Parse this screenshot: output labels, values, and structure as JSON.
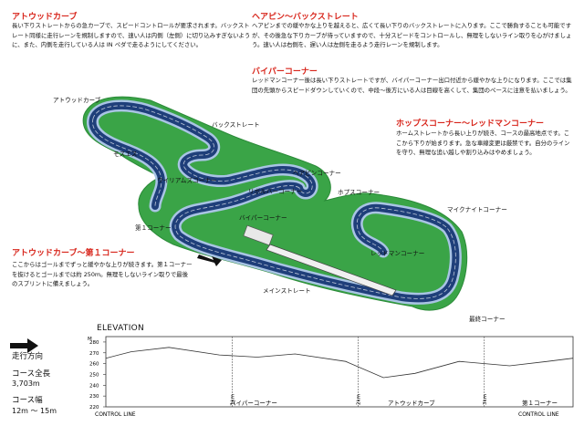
{
  "sections": {
    "outward_curve": {
      "title": "アトウッドカーブ",
      "body": "長い下りストレートからの急カーブで、スピードコントロールが要求されます。バックストレート同様に走行レーンを規制しますので、速い人は内側（左側）に切り込みすぎないように、また、内側を走行している人は IN ペダで走るようにしてください。"
    },
    "hairpin_back": {
      "title": "ヘアピン～バックストレート",
      "body": "ヘアピンまでの緩やかな上りを越えると、広くて長い下りのバックストレートに入ります。ここで勝負することも可能ですが、その後急な下りカーブが待っていますので、十分スピードをコントロールし、無理をしないライン取りを心がけましょう。速い人は右側を、遅い人は左側を走るよう走行レーンを規制します。"
    },
    "viper": {
      "title": "バイパーコーナー",
      "body": "レッドマンコーナー後は長い下りストレートですが、バイパーコーナー出口付近から緩やかな上りになります。ここでは集団の先頭からスピードダウンしていくので、中段～後方にいる人は目線を高くして、集団のペースに注意を払いましょう。"
    },
    "hop": {
      "title": "ホップスコーナー～レッドマンコーナー",
      "body": "ホームストレートから長い上りが続き、コースの最高地点です。ここから下りが始まります。急な車線変更は厳禁です。自分のラインを守り、無理な追い越しや割り込みはやめましょう。"
    },
    "first_corner": {
      "title": "アトウッドカーブ～第１コーナー",
      "body": "ここからはゴールまでずっと緩やかな上りが続きます。第１コーナーを抜けるとゴールまでは約 250m。無理をしないライン取りで最後のスプリントに備えましょう。"
    }
  },
  "map_labels": {
    "outward": "アトウッドカーブ",
    "back": "バックストレート",
    "moss": "モスエス",
    "williams": "ウイリアムズコーナー",
    "hairpin": "ヘアピンコーナー",
    "ribbon": "リボルバーコーナー",
    "hop": "ホプスコーナー",
    "first": "第１コーナー",
    "viper": "バイパーコーナー",
    "mike": "マイクナイトコーナー",
    "redman": "レッドマンコーナー",
    "main": "メインストレート",
    "last": "最終コーナー"
  },
  "elevation": {
    "title": "ELEVATION",
    "y_unit": "M",
    "y_ticks": [
      "280",
      "270",
      "260",
      "250",
      "240",
      "230",
      "220"
    ],
    "km_marks": [
      "1km",
      "2km",
      "3km"
    ],
    "corners": [
      "バイパーコーナー",
      "アトウッドカーブ",
      "第１コーナー"
    ],
    "control_line": "CONTROL LINE"
  },
  "chart_data": {
    "type": "line",
    "title": "ELEVATION",
    "xlabel": "",
    "ylabel": "M",
    "ylim": [
      220,
      285
    ],
    "x_km": [
      0,
      0.2,
      0.5,
      0.9,
      1.2,
      1.5,
      1.9,
      2.2,
      2.45,
      2.8,
      3.2,
      3.5,
      3.703
    ],
    "y_m": [
      265,
      271,
      275,
      268,
      266,
      269,
      262,
      247,
      251,
      262,
      258,
      262,
      265
    ]
  },
  "legend": {
    "direction": "走行方向",
    "total_label": "コース全長",
    "total_value": "3,703m",
    "width_label": "コース幅",
    "width_value": "12m 〜 15m"
  },
  "colors": {
    "accent": "#d8261c",
    "grass": "#3aa447",
    "track": "#1f3f7a",
    "track_light": "#a9c4e4"
  }
}
